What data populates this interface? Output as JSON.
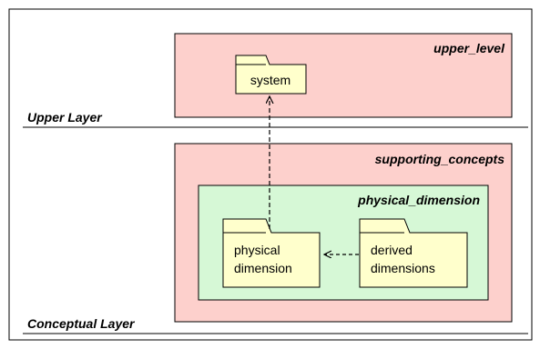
{
  "colors": {
    "package_outer": "#fdd0cc",
    "package_inner": "#d6f8d6",
    "folder": "#ffffcc",
    "stroke": "#000000"
  },
  "layers": {
    "upper": "Upper Layer",
    "conceptual": "Conceptual Layer"
  },
  "packages": {
    "upper_level": "upper_level",
    "supporting_concepts": "supporting_concepts",
    "physical_dimension": "physical_dimension"
  },
  "folders": {
    "system": {
      "line1": "system"
    },
    "physical_dimension": {
      "line1": "physical",
      "line2": "dimension"
    },
    "derived_dimensions": {
      "line1": "derived",
      "line2": "dimensions"
    }
  },
  "arrows": [
    {
      "from": "physical dimension",
      "to": "system",
      "style": "dashed"
    },
    {
      "from": "derived dimensions",
      "to": "physical dimension",
      "style": "dashed"
    }
  ]
}
